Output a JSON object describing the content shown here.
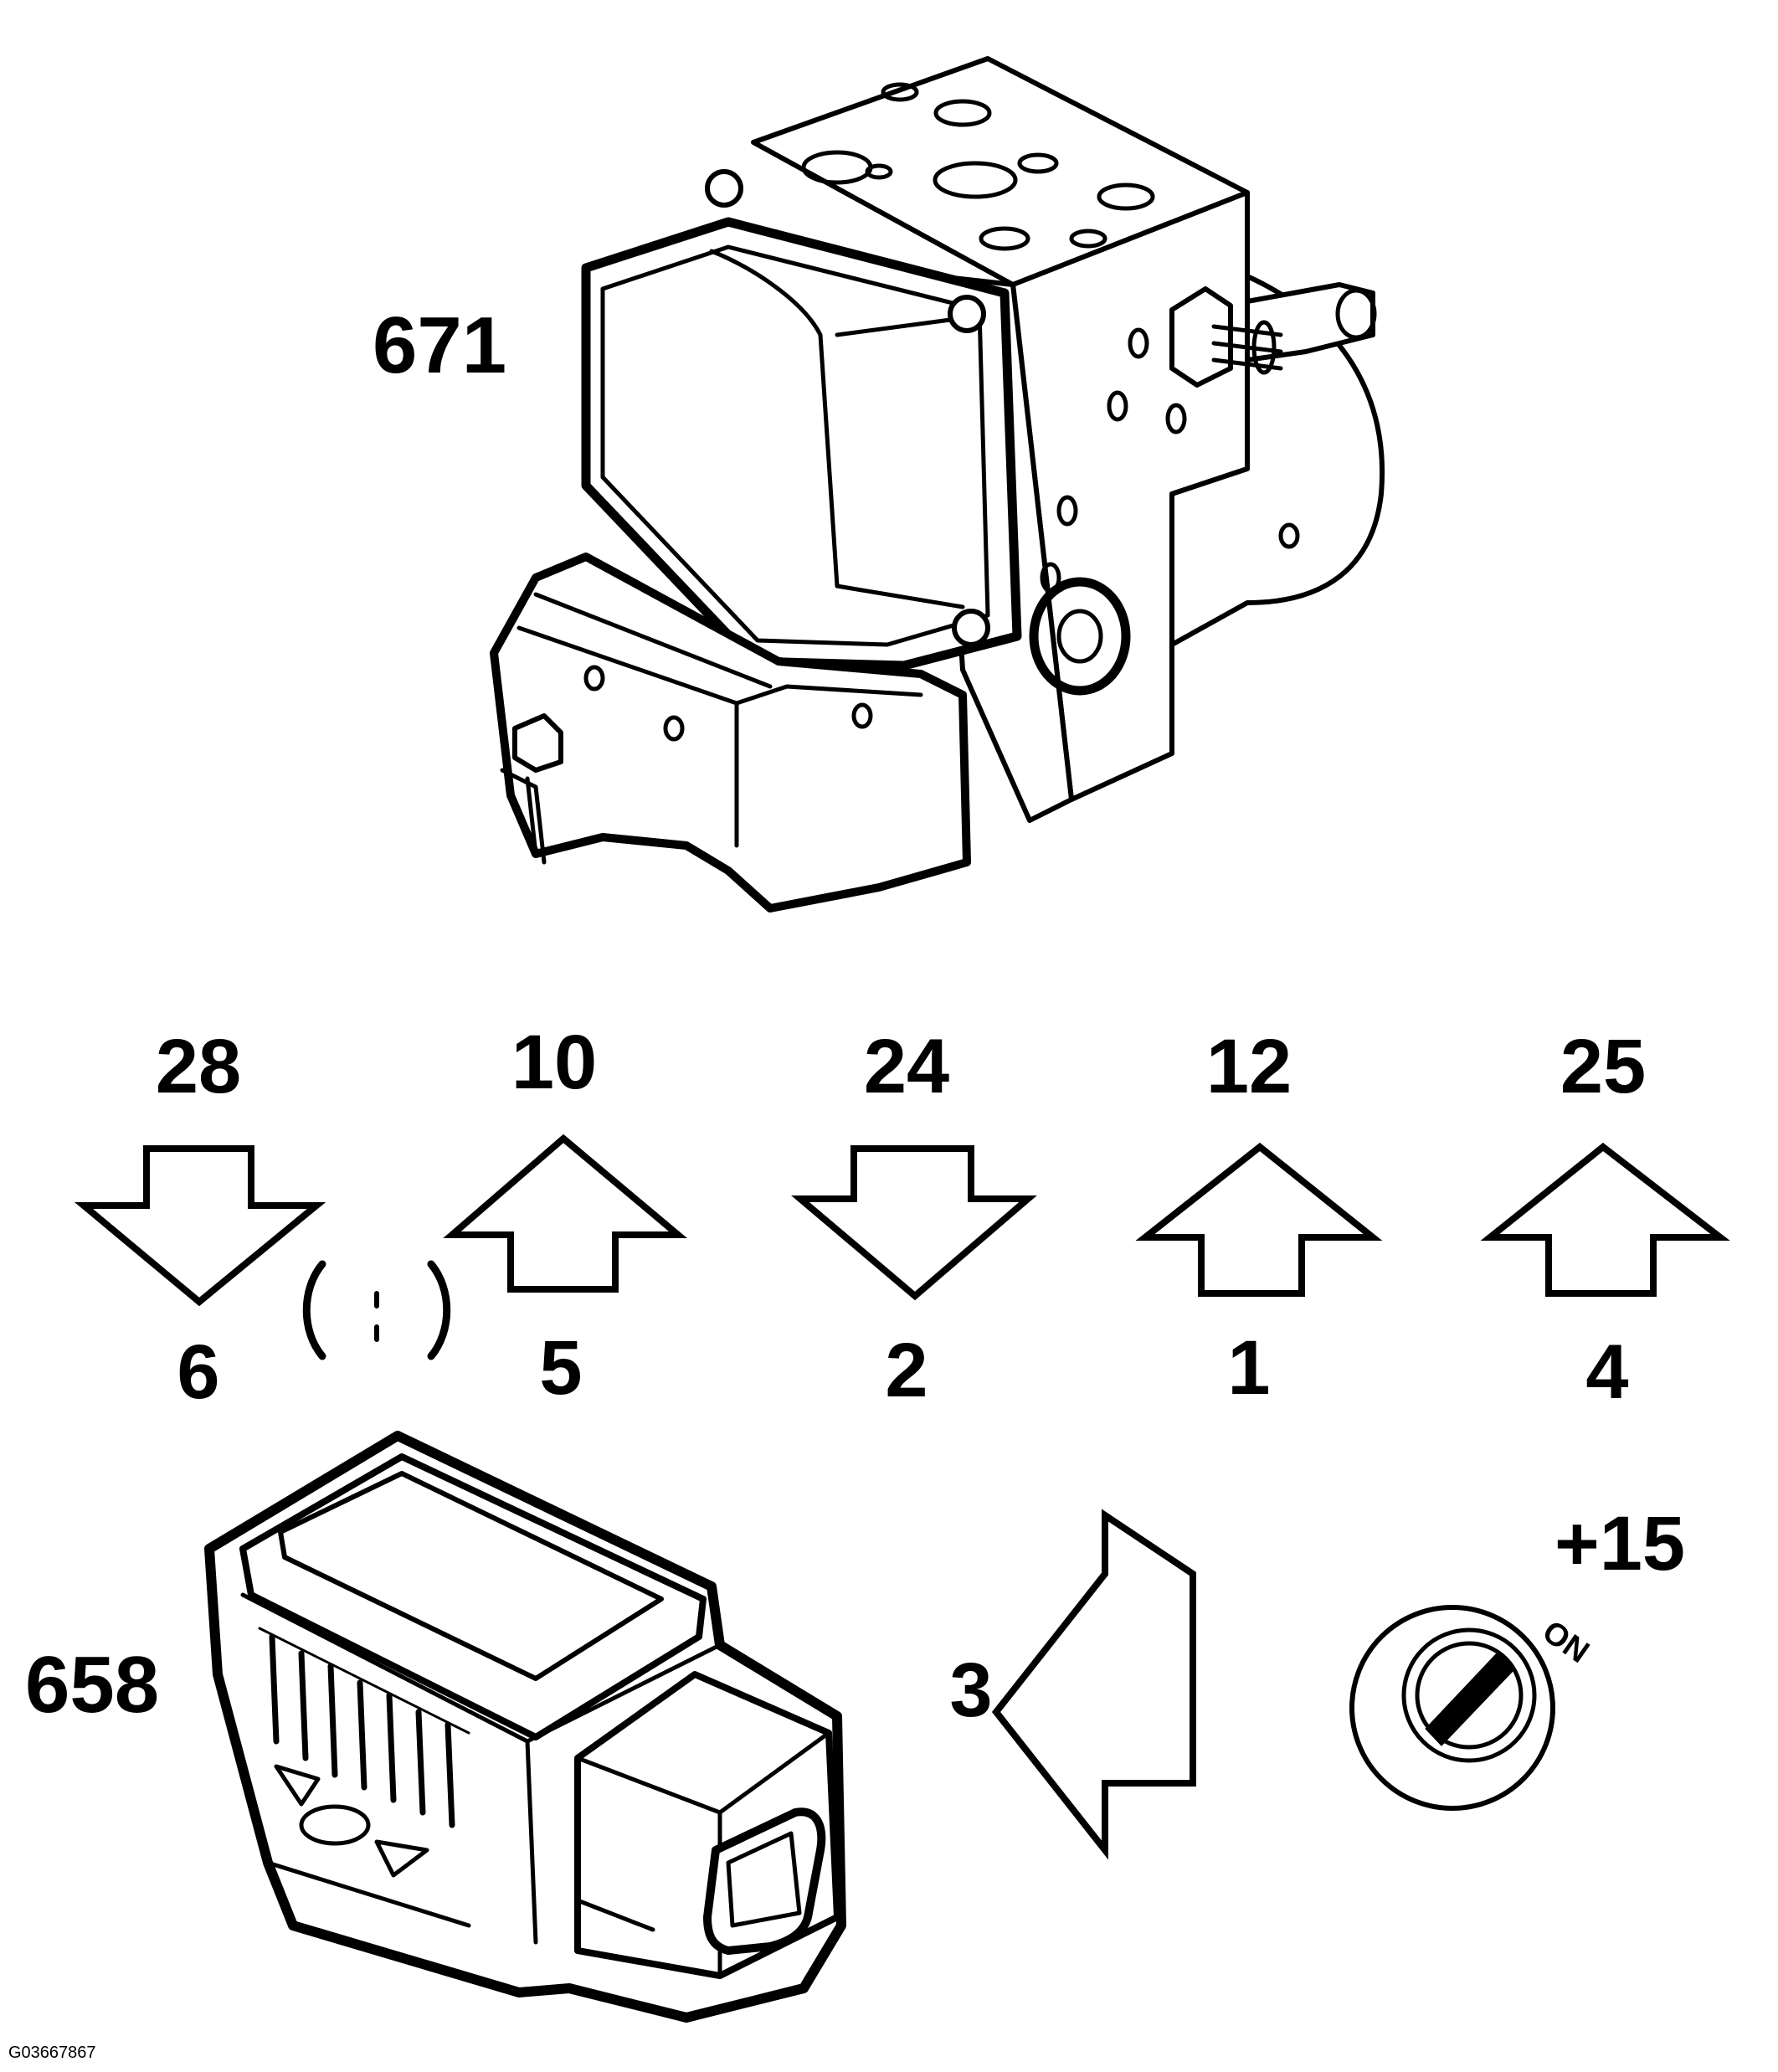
{
  "components": {
    "abs_module": {
      "label": "671"
    },
    "yaw_sensor": {
      "label": "658"
    }
  },
  "pin_arrows": [
    {
      "top": "28",
      "bottom": "6",
      "direction": "down"
    },
    {
      "top": "10",
      "bottom": "5",
      "direction": "up"
    },
    {
      "top": "24",
      "bottom": "2",
      "direction": "down"
    },
    {
      "top": "12",
      "bottom": "1",
      "direction": "up"
    },
    {
      "top": "25",
      "bottom": "4",
      "direction": "up"
    }
  ],
  "ignition": {
    "terminal": "+15",
    "position_text": "ON",
    "pin": "3"
  },
  "figure_id": "G03667867",
  "colors": {
    "ink": "#000000",
    "paper": "#ffffff"
  }
}
